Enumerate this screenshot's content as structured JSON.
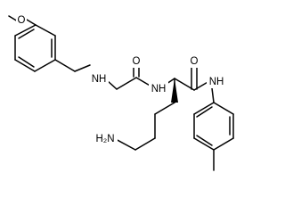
{
  "molecule": {
    "atom_labels": {
      "methoxy_oxygen": "O",
      "amine_nh": "NH",
      "carbonyl_oxygen_1": "O",
      "amide_nh_1": "NH",
      "carbonyl_oxygen_2": "O",
      "amide_nh_2": "NH",
      "terminal_amine": "H₂N"
    }
  }
}
